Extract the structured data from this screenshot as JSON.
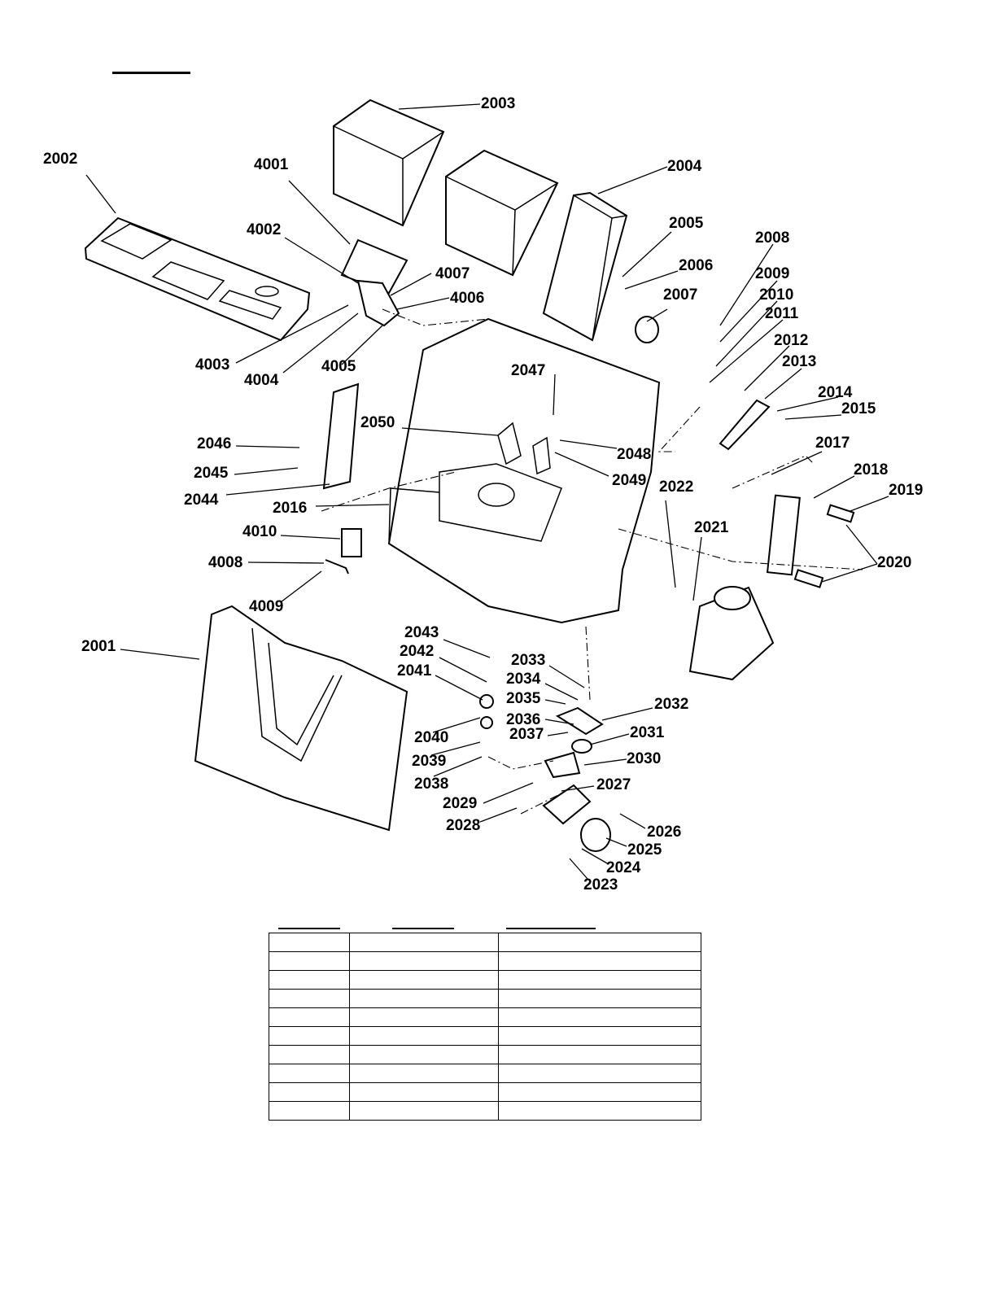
{
  "diagram": {
    "callouts": [
      "2001",
      "2002",
      "2003",
      "2004",
      "2005",
      "2006",
      "2007",
      "2008",
      "2009",
      "2010",
      "2011",
      "2012",
      "2013",
      "2014",
      "2015",
      "2016",
      "2017",
      "2018",
      "2019",
      "2020",
      "2021",
      "2022",
      "2023",
      "2024",
      "2025",
      "2026",
      "2027",
      "2028",
      "2029",
      "2030",
      "2031",
      "2032",
      "2033",
      "2034",
      "2035",
      "2036",
      "2037",
      "2038",
      "2039",
      "2040",
      "2041",
      "2042",
      "2043",
      "2044",
      "2045",
      "2046",
      "2047",
      "2048",
      "2049",
      "2050",
      "4001",
      "4002",
      "4003",
      "4004",
      "4005",
      "4006",
      "4007",
      "4008",
      "4009",
      "4010"
    ]
  },
  "parts_table": {
    "columns": [
      "",
      "",
      ""
    ],
    "rows": [
      [
        "",
        "",
        ""
      ],
      [
        "",
        "",
        ""
      ],
      [
        "",
        "",
        ""
      ],
      [
        "",
        "",
        ""
      ],
      [
        "",
        "",
        ""
      ],
      [
        "",
        "",
        ""
      ],
      [
        "",
        "",
        ""
      ],
      [
        "",
        "",
        ""
      ],
      [
        "",
        "",
        ""
      ],
      [
        "",
        "",
        ""
      ]
    ]
  }
}
